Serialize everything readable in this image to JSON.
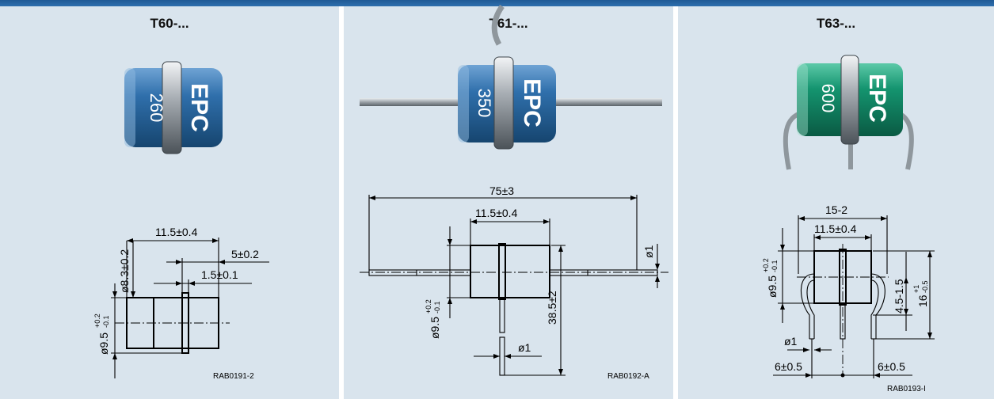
{
  "panels": [
    {
      "title": "T60-...",
      "photo_label": "260",
      "brand_text": "EPC",
      "body_color": "#2d6ea8",
      "dims": {
        "overall_length": "11.5±0.4",
        "electrode_length": "5±0.2",
        "center_ring": "1.5±0.1",
        "electrode_dia": "ø8.3±0.2",
        "body_dia": "ø9.5",
        "body_dia_tol_upper": "+0.2",
        "body_dia_tol_lower": "-0.1"
      },
      "drawing_code": "RAB0191-2"
    },
    {
      "title": "T61-...",
      "photo_label": "350",
      "brand_text": "EPC",
      "body_color": "#2d6ea8",
      "dims": {
        "total_length": "75±3",
        "body_length": "11.5±0.4",
        "lead_dia": "ø1",
        "body_dia": "ø9.5",
        "body_dia_tol_upper": "+0.2",
        "body_dia_tol_lower": "-0.1",
        "center_lead_length": "38.5±2",
        "center_lead_dia": "ø1"
      },
      "drawing_code": "RAB0192-A"
    },
    {
      "title": "T63-...",
      "photo_label": "600",
      "brand_text": "EPC",
      "body_color": "#149a78",
      "dims": {
        "overall_width": "15-2",
        "body_length": "11.5±0.4",
        "body_dia": "ø9.5",
        "body_dia_tol_upper": "+0.2",
        "body_dia_tol_lower": "-0.1",
        "lead_bend": "4.5-1.5",
        "height": "16",
        "height_tol_upper": "+1",
        "height_tol_lower": "-0.5",
        "lead_dia": "ø1",
        "left_pitch": "6±0.5",
        "right_pitch": "6±0.5"
      },
      "drawing_code": "RAB0193-I"
    }
  ]
}
